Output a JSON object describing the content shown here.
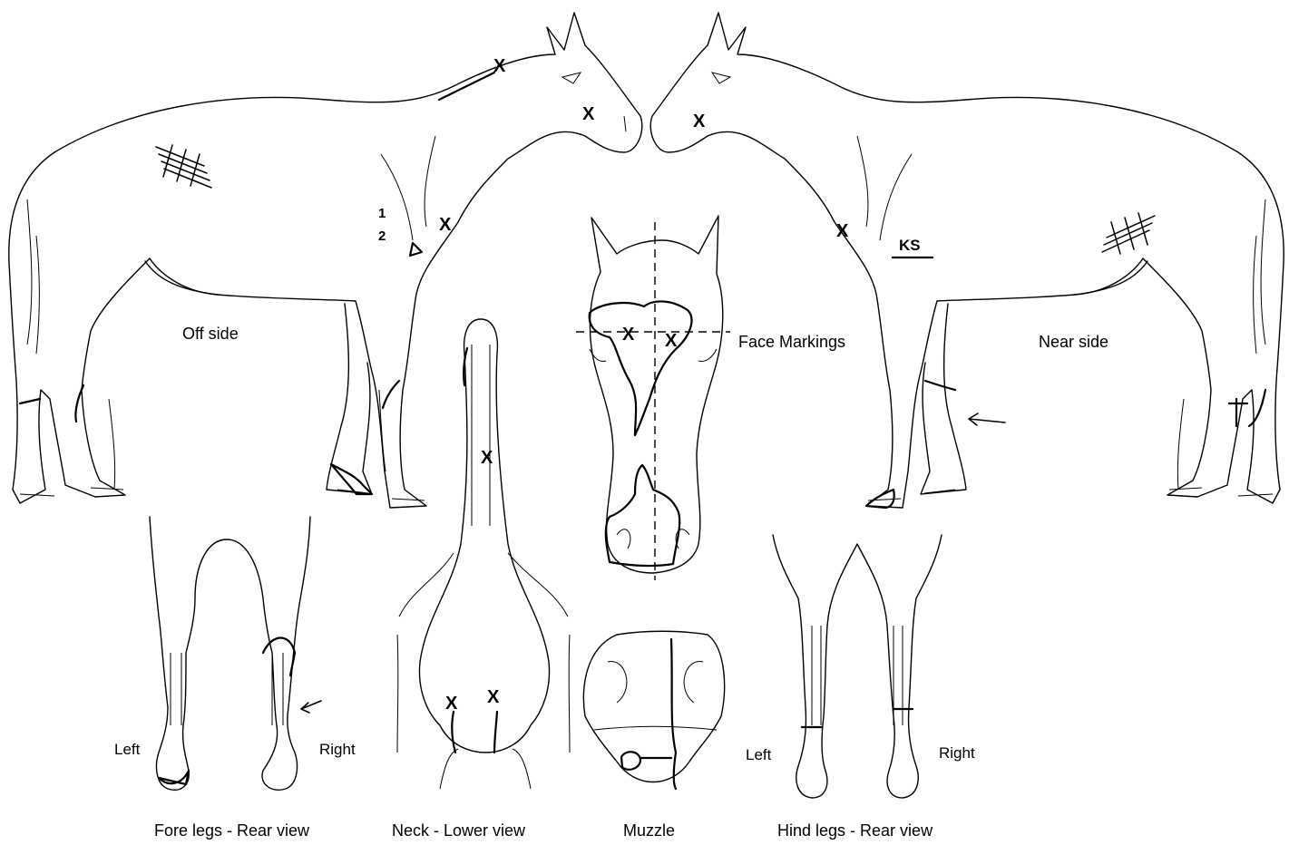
{
  "views": {
    "off_side": "Off side",
    "near_side": "Near side",
    "face_markings": "Face Markings",
    "fore_legs": "Fore legs - Rear view",
    "neck": "Neck - Lower view",
    "muzzle": "Muzzle",
    "hind_legs": "Hind legs - Rear view"
  },
  "leg_sides": {
    "fore_left": "Left",
    "fore_right": "Right",
    "hind_left": "Left",
    "hind_right": "Right"
  },
  "marks": {
    "whorl": "X",
    "numbers": [
      "1",
      "2"
    ],
    "brand": "KS"
  }
}
